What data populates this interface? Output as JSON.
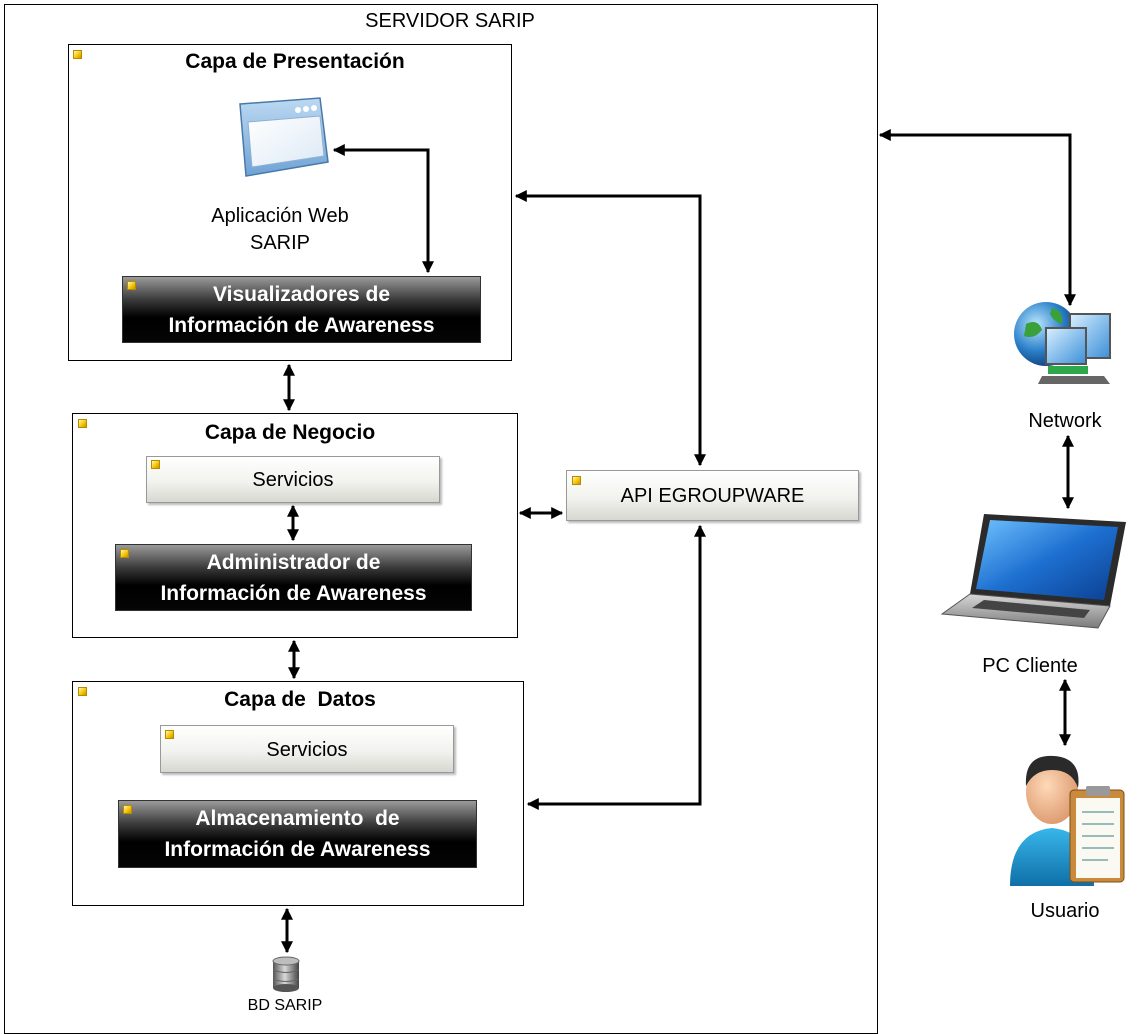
{
  "server": {
    "title": "SERVIDOR SARIP"
  },
  "presentation": {
    "title": "Capa de Presentación",
    "app_label_1": "Aplicación Web",
    "app_label_2": "SARIP",
    "viewer_line1": "Visualizadores de",
    "viewer_line2": "Información de Awareness"
  },
  "business": {
    "title": "Capa de Negocio",
    "services": "Servicios",
    "admin_line1": "Administrador de",
    "admin_line2": "Información de Awareness"
  },
  "data_layer": {
    "title": "Capa de  Datos",
    "services": "Servicios",
    "storage_line1": "Almacenamiento  de",
    "storage_line2": "Información de Awareness"
  },
  "api": {
    "label": "API EGROUPWARE"
  },
  "database": {
    "label": "BD SARIP"
  },
  "client": {
    "network": "Network",
    "pc": "PC Cliente",
    "user": "Usuario"
  },
  "icons": {
    "browser": "browser-window-icon",
    "database": "database-icon",
    "network": "network-computers-icon",
    "laptop": "laptop-icon",
    "user": "user-with-clipboard-icon"
  }
}
